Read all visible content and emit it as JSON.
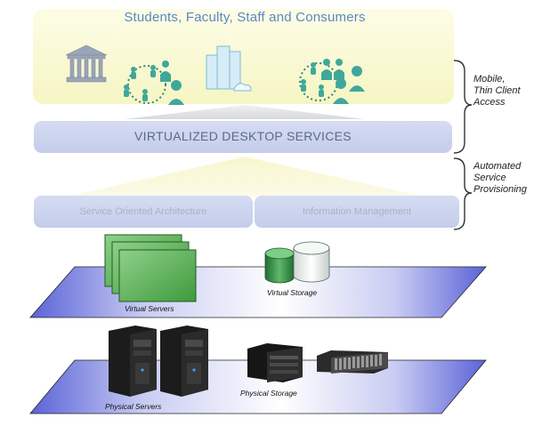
{
  "header": {
    "title": "Students, Faculty, Staff and Consumers"
  },
  "bands": {
    "vds_label": "VIRTUALIZED DESKTOP SERVICES",
    "soa_label": "Service Oriented Architecture",
    "im_label": "Information Management"
  },
  "side_notes": {
    "mobile": [
      "Mobile,",
      "Thin Client",
      "Access"
    ],
    "automated": [
      "Automated",
      "Service",
      "Provisioning"
    ]
  },
  "platforms": {
    "virtual_servers": "Virtual Servers",
    "virtual_storage": "Virtual Storage",
    "physical_servers": "Physical Servers",
    "physical_storage": "Physical Storage"
  },
  "icons": [
    "building-icon",
    "people-network-icon",
    "office-tower-icon",
    "people-network-icon",
    "server-tower-icon",
    "storage-unit-icon",
    "disk-array-icon",
    "virtual-disk-icon",
    "virtual-server-icon"
  ]
}
